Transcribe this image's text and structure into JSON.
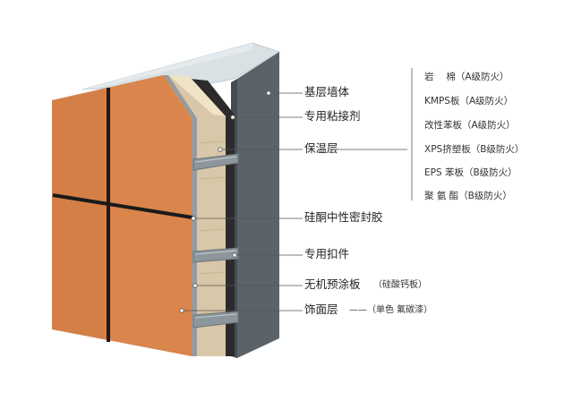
{
  "labels": {
    "base_wall": "基层墙体",
    "adhesive": "专用粘接剂",
    "insulation": "保温层",
    "sealant": "硅酮中性密封胶",
    "fastener": "专用扣件",
    "panel": "无机预涂板",
    "panel_note": "（硅酸钙板）",
    "finish": "饰面层",
    "finish_note": "——（单色 氟碳漆）"
  },
  "insulation_options": [
    "岩　 棉（A级防火）",
    "KMPS板（A级防火）",
    "改性苯板（A级防火）",
    "XPS挤塑板（B级防火）",
    "EPS 苯板（B级防火）",
    "聚 氨 酯（B级防火）"
  ],
  "colors": {
    "tile": "#d9854c",
    "tile_edge": "#a85e2e",
    "joint": "#1a1a1a",
    "insulation": "#d8c7a8",
    "adhesive": "#2a2a2a",
    "base_wall_front": "#5b6369",
    "base_wall_top": "#d7dfe3",
    "clip": "#8c969c",
    "leader": "#444444"
  }
}
